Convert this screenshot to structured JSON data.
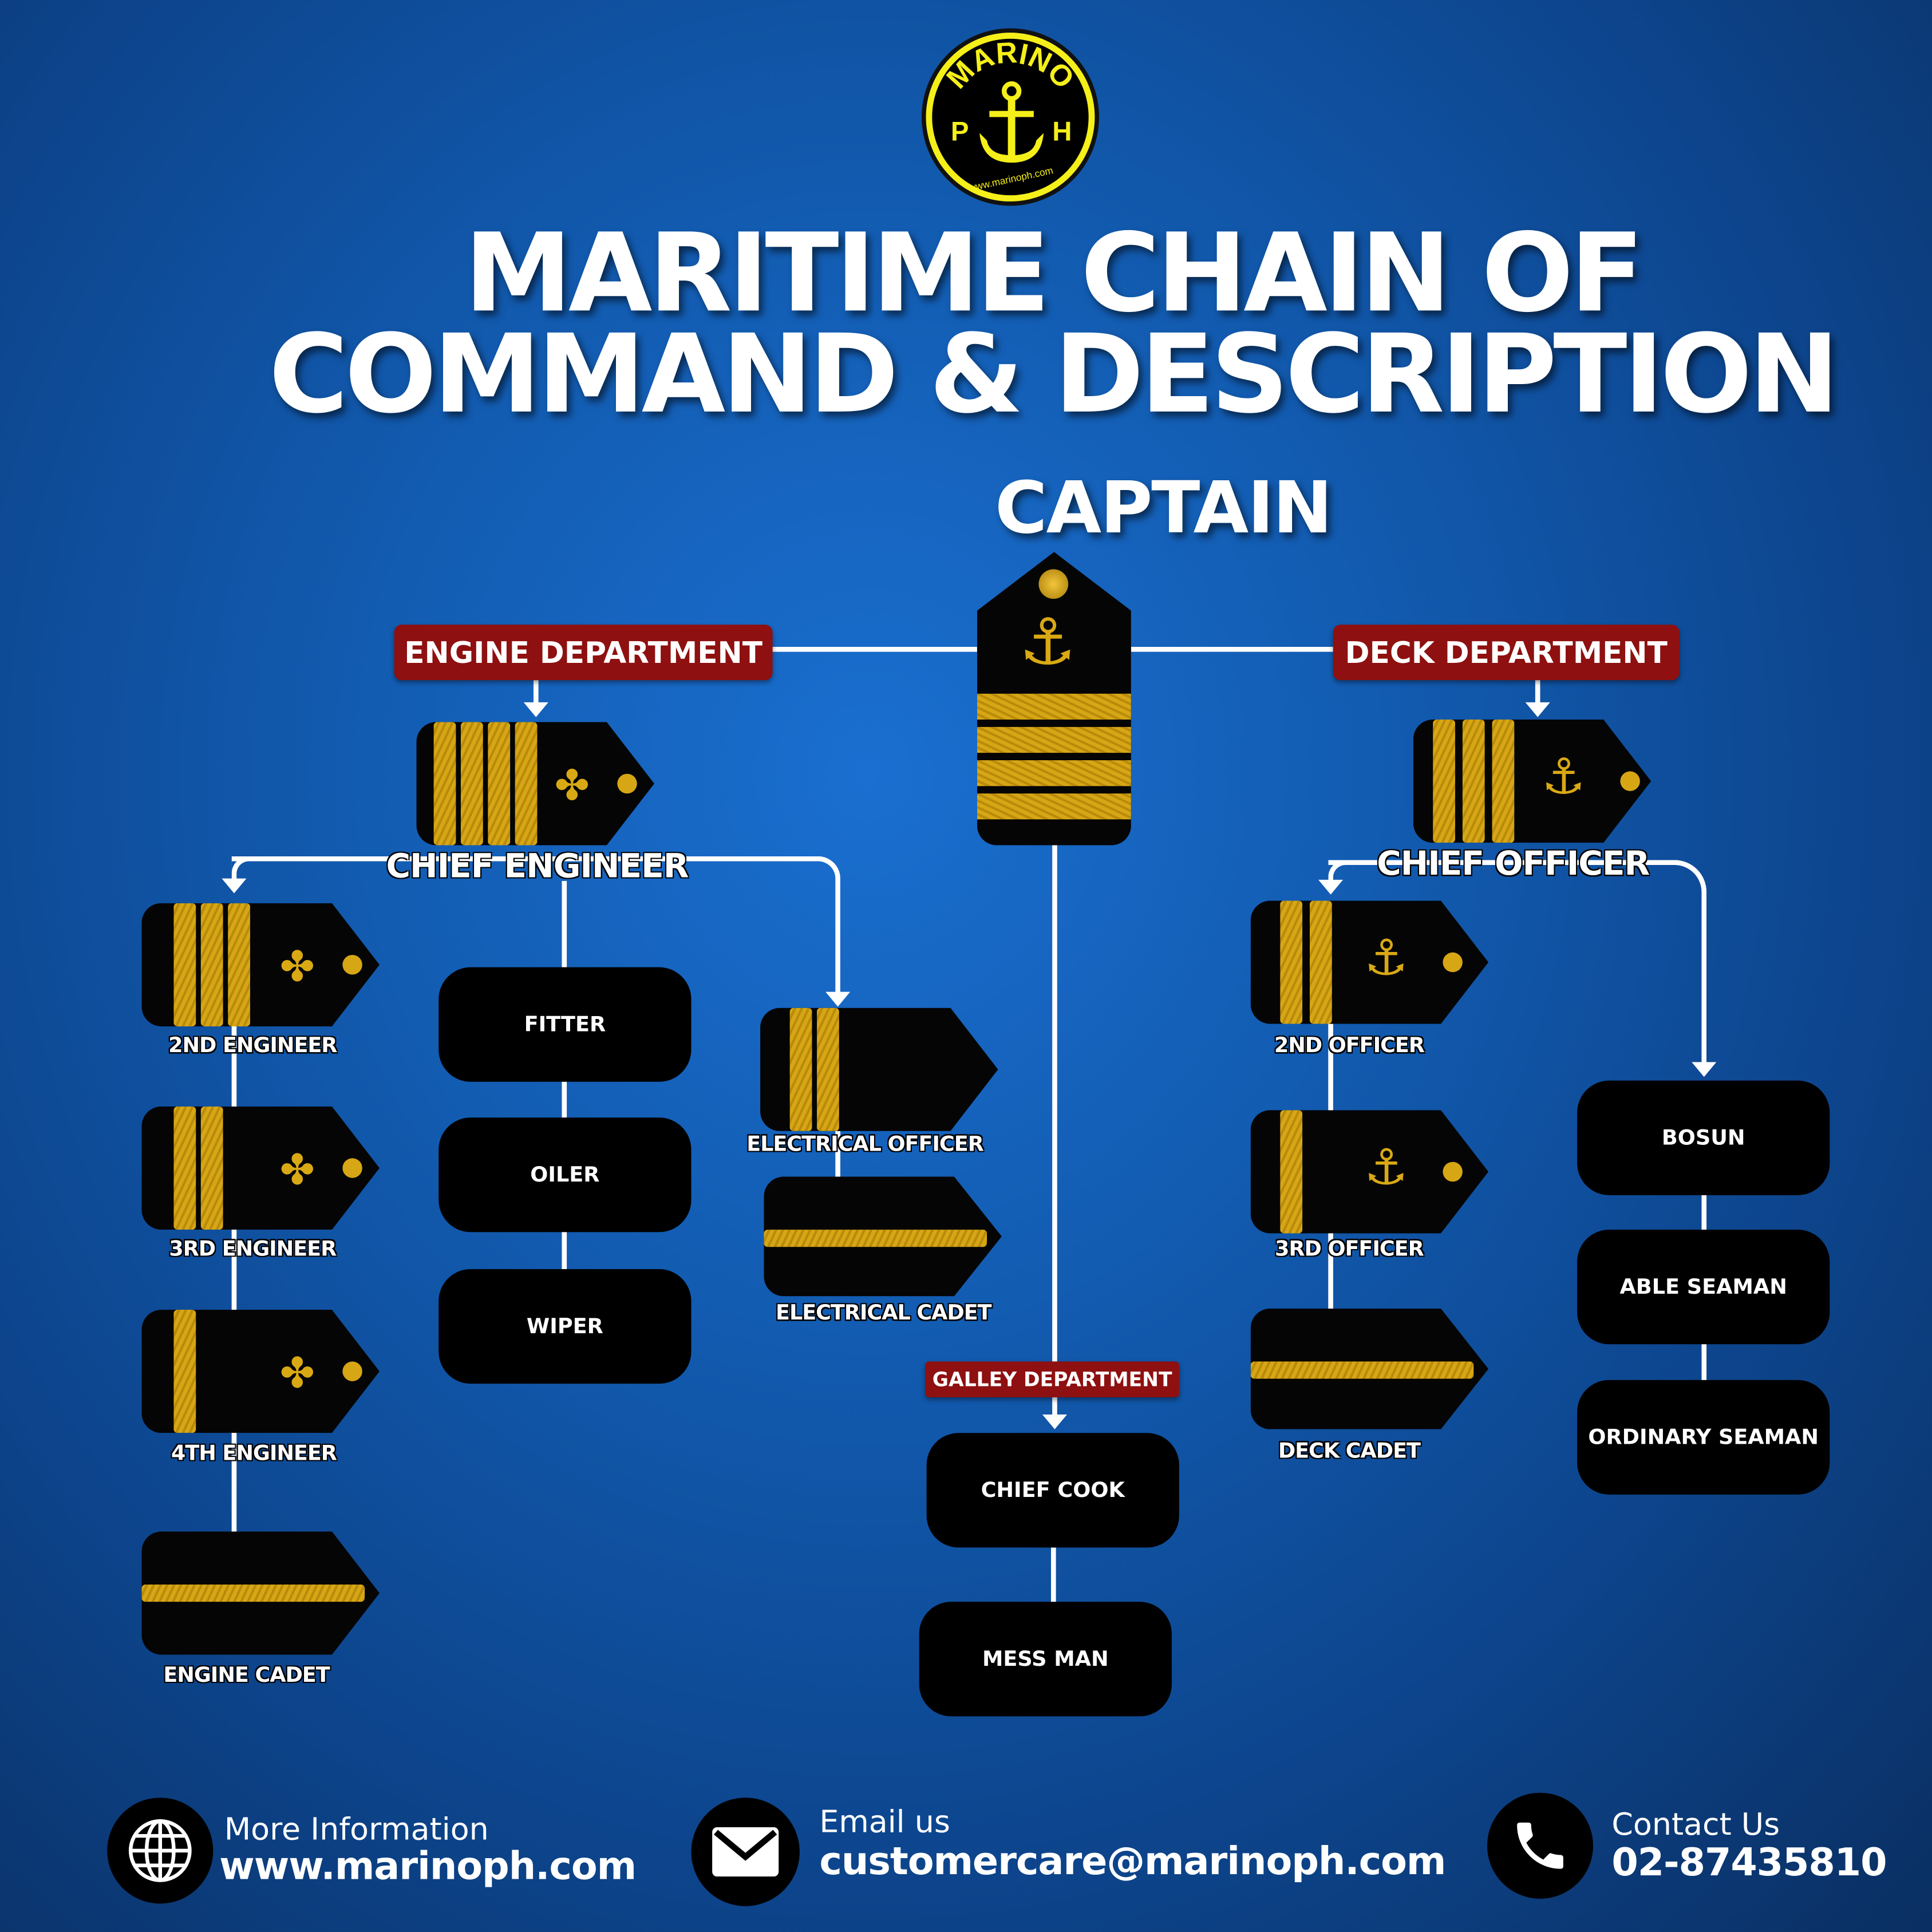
{
  "logo": {
    "top_text": "MARINO",
    "left_letter": "P",
    "right_letter": "H",
    "url_text": "www.marinoph.com"
  },
  "title": {
    "line1": "MARITIME CHAIN OF",
    "line2": "COMMAND & DESCRIPTION"
  },
  "captain": {
    "label": "CAPTAIN"
  },
  "departments": {
    "engine": "ENGINE DEPARTMENT",
    "deck": "DECK DEPARTMENT",
    "galley": "GALLEY DEPARTMENT"
  },
  "engine": {
    "chief": "CHIEF ENGINEER",
    "second": "2ND ENGINEER",
    "third": "3RD ENGINEER",
    "fourth": "4TH ENGINEER",
    "cadet": "ENGINE CADET",
    "fitter": "FITTER",
    "oiler": "OILER",
    "wiper": "WIPER",
    "electrical_officer": "ELECTRICAL OFFICER",
    "electrical_cadet": "ELECTRICAL CADET"
  },
  "deck": {
    "chief": "CHIEF OFFICER",
    "second": "2ND OFFICER",
    "third": "3RD OFFICER",
    "cadet": "DECK CADET",
    "bosun": "BOSUN",
    "able": "ABLE SEAMAN",
    "ordinary": "ORDINARY SEAMAN"
  },
  "galley": {
    "chief_cook": "CHIEF COOK",
    "mess_man": "MESS MAN"
  },
  "footer": {
    "info_label": "More Information",
    "info_value": "www.marinoph.com",
    "email_label": "Email us",
    "email_value": "customercare@marinoph.com",
    "contact_label": "Contact Us",
    "contact_value": "02-87435810"
  },
  "colors": {
    "gold": "#d7a615",
    "dept_red": "#8e1010",
    "logo_yellow": "#f5ef1a"
  }
}
